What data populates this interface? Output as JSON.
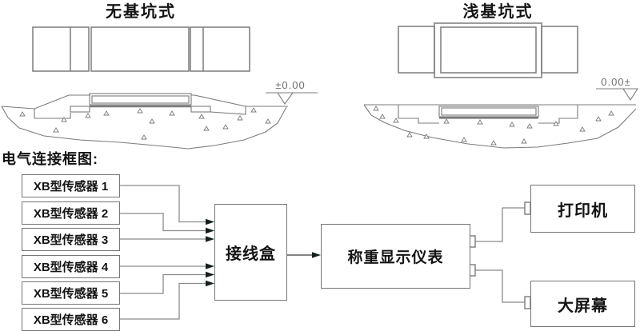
{
  "colors": {
    "background": "#ffffff",
    "line": "#7b7b7b",
    "text": "#141414",
    "arrow": "#15201a"
  },
  "sections": {
    "pitless": {
      "title": "无基坑式",
      "level_mark": "±0.00"
    },
    "shallow_pit": {
      "title": "浅基坑式",
      "level_mark": "0.00±"
    }
  },
  "block_diagram": {
    "heading": "电气连接框图:",
    "sensors": [
      {
        "label": "XB型传感器 1"
      },
      {
        "label": "XB型传感器 2"
      },
      {
        "label": "XB型传感器 3"
      },
      {
        "label": "XB型传感器 4"
      },
      {
        "label": "XB型传感器 5"
      },
      {
        "label": "XB型传感器 6"
      }
    ],
    "junction_box_label": "接线盒",
    "indicator_label": "称重显示仪表",
    "printer_label": "打印机",
    "big_screen_label": "大屏幕"
  }
}
